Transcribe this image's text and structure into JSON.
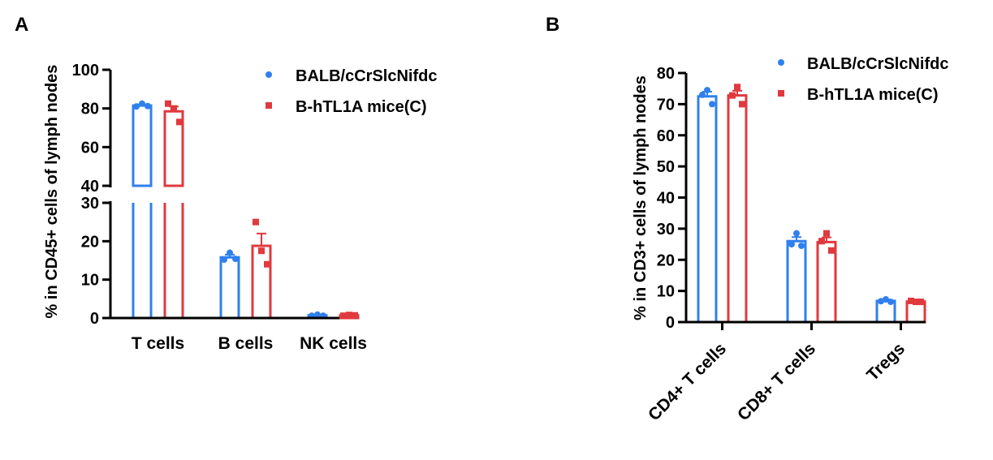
{
  "colors": {
    "blue": "#2F80ED",
    "red": "#E0393E",
    "axis": "#000000"
  },
  "chart_data": [
    {
      "panel": "A",
      "type": "bar",
      "ylabel": "% in CD45+ cells of lymph nodes",
      "categories": [
        "T cells",
        "B cells",
        "NK cells"
      ],
      "broken_axis": true,
      "ylim_lower": [
        0,
        30
      ],
      "ylim_upper": [
        40,
        100
      ],
      "yticks_lower": [
        0,
        10,
        20,
        30
      ],
      "yticks_upper": [
        40,
        60,
        80,
        100
      ],
      "legend": "top-right",
      "series": [
        {
          "name": "BALB/cCrSlcNifdc",
          "color": "#2F80ED",
          "marker": "circle",
          "values": [
            81.5,
            15.8,
            0.7
          ],
          "errors": [
            0.6,
            0.7,
            0.1
          ],
          "points": [
            [
              81.0,
              82.5,
              81.2
            ],
            [
              15.2,
              17.0,
              15.4
            ],
            [
              0.6,
              0.9,
              0.6
            ]
          ]
        },
        {
          "name": "B-hTL1A mice(C)",
          "color": "#E0393E",
          "marker": "square",
          "values": [
            78.5,
            18.8,
            0.7
          ],
          "errors": [
            2.5,
            3.2,
            0.1
          ],
          "points": [
            [
              82.5,
              80.0,
              73.0
            ],
            [
              25.0,
              17.5,
              14.0
            ],
            [
              0.6,
              0.8,
              0.7
            ]
          ]
        }
      ]
    },
    {
      "panel": "B",
      "type": "bar",
      "ylabel": "% in CD3+ cells of lymph nodes",
      "categories": [
        "CD4+ T cells",
        "CD8+ T cells",
        "Tregs"
      ],
      "ylim": [
        0,
        80
      ],
      "yticks": [
        0,
        10,
        20,
        30,
        40,
        50,
        60,
        70,
        80
      ],
      "legend": "top-right",
      "series": [
        {
          "name": "BALB/cCrSlcNifdc",
          "color": "#2F80ED",
          "marker": "circle",
          "values": [
            72.5,
            26.0,
            6.8
          ],
          "errors": [
            1.5,
            1.3,
            0.3
          ],
          "points": [
            [
              74.5,
              73.0,
              70.0
            ],
            [
              28.5,
              25.0,
              24.5
            ],
            [
              7.3,
              6.7,
              6.5
            ]
          ]
        },
        {
          "name": "B-hTL1A mice(C)",
          "color": "#E0393E",
          "marker": "square",
          "values": [
            72.8,
            25.7,
            6.6
          ],
          "errors": [
            1.5,
            1.5,
            0.2
          ],
          "points": [
            [
              75.5,
              72.8,
              70.0
            ],
            [
              28.5,
              26.0,
              23.0
            ],
            [
              6.5,
              6.8,
              6.5
            ]
          ]
        }
      ]
    }
  ]
}
